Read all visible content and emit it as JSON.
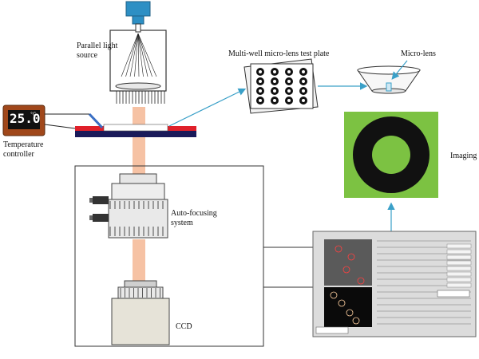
{
  "labels": {
    "light_source": [
      "Parallel light",
      "source"
    ],
    "plate": "Multi-well micro-lens test plate",
    "micro_lens": "Micro-lens",
    "temperature_controller": [
      "Temperature",
      "controller"
    ],
    "temperature_display": "25.0",
    "temperature_unit": "°C",
    "imaging": "Imaging",
    "autofocus": [
      "Auto-focusing",
      "system"
    ],
    "ccd": "CCD"
  },
  "colors": {
    "beam": "#f6c2a4",
    "arrow": "#3aa0c8",
    "imaging_green": "#7cc242",
    "controller_case": "#a0471a",
    "stage_red": "#e0202a",
    "stage_navy": "#1a1a5a",
    "camera_blue": "#2d8fc4"
  },
  "plate_grid": {
    "rows": 4,
    "cols": 4
  }
}
